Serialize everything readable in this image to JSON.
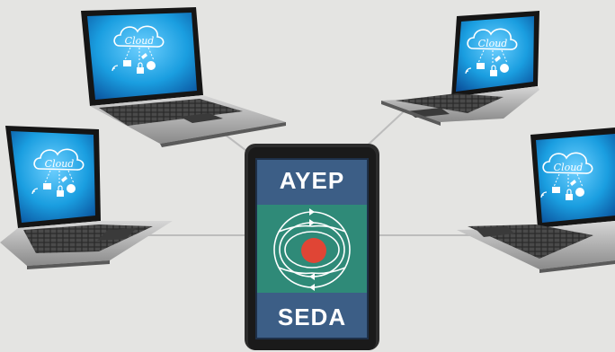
{
  "tablet": {
    "top_label": "AYEP",
    "bottom_label": "SEDA"
  },
  "laptop": {
    "cloud_text": "Cloud"
  },
  "colors": {
    "background": "#e4e4e2",
    "label_panel": "#3c5e86",
    "icon_panel": "#2f8a78",
    "core": "#e04535",
    "screen_blue": "#1a9ee0"
  },
  "icons": [
    "cloud-icon",
    "lock-icon",
    "wifi-icon",
    "globe-icon",
    "folder-icon",
    "magnet-icon"
  ]
}
